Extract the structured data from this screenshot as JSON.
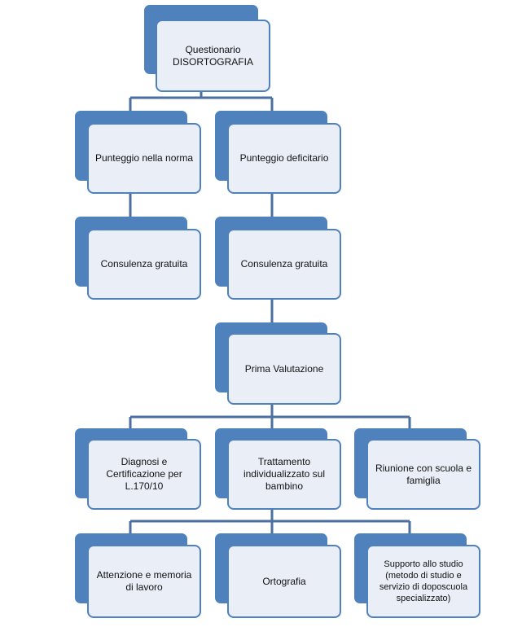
{
  "nodes": {
    "questionario": "Questionario DISORTOGRAFIA",
    "punteggio_norma": "Punteggio nella norma",
    "punteggio_deficitario": "Punteggio deficitario",
    "consulenza_1": "Consulenza gratuita",
    "consulenza_2": "Consulenza gratuita",
    "prima_valutazione": "Prima Valutazione",
    "diagnosi": "Diagnosi e Certificazione per L.170/10",
    "trattamento": "Trattamento individualizzato sul bambino",
    "riunione": "Riunione con scuola e famiglia",
    "attenzione": "Attenzione e memoria di lavoro",
    "ortografia": "Ortografia",
    "supporto": "Supporto allo studio (metodo di studio e servizio di doposcuola specializzato)"
  },
  "colors": {
    "accent": "#4f81bd",
    "box_fill": "#e9eef7",
    "connector": "#4a6fa0"
  }
}
